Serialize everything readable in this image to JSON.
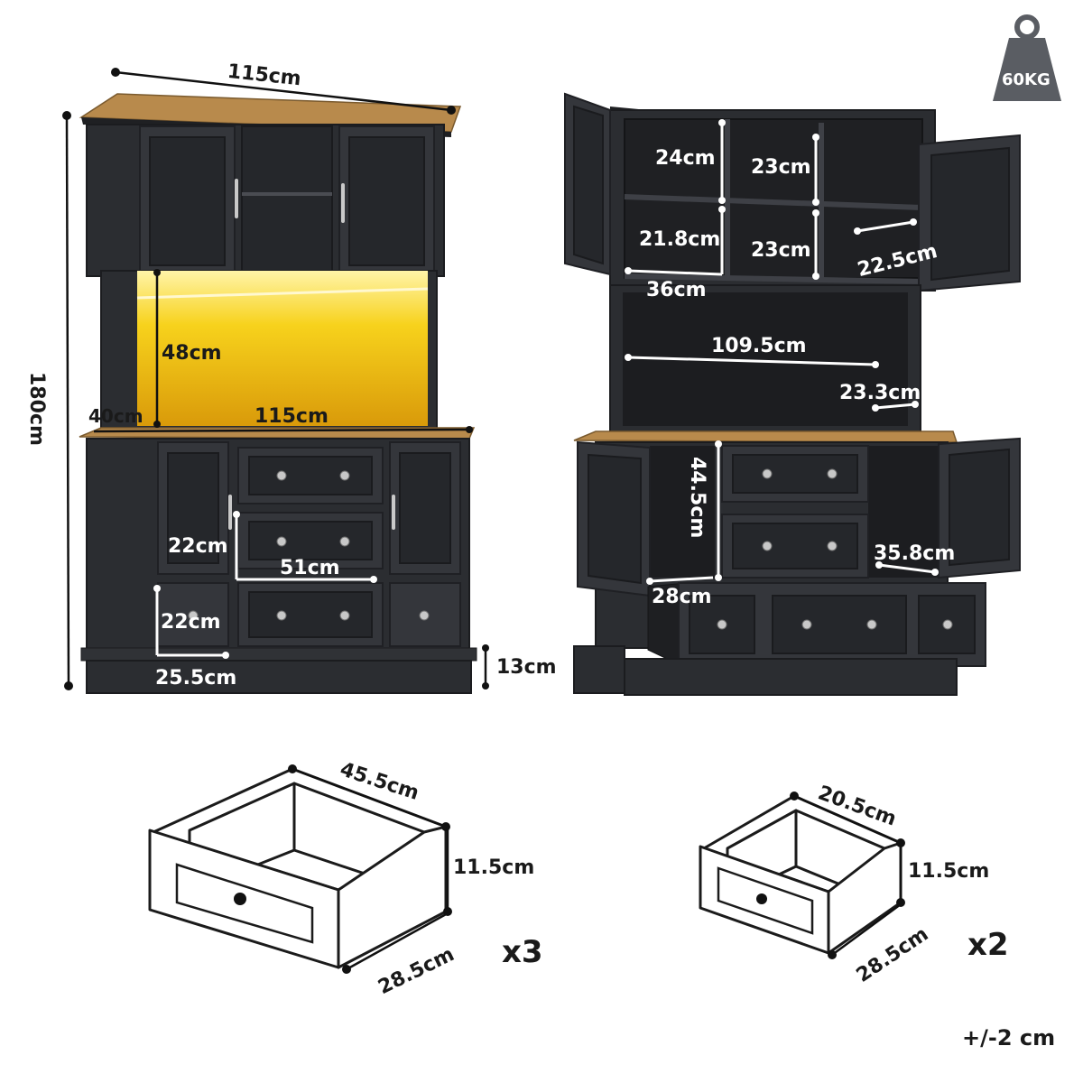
{
  "weight_badge": {
    "label": "60KG",
    "icon": "weight-icon"
  },
  "left_view": {
    "width_top": "115cm",
    "height_total": "180cm",
    "light_height": "48cm",
    "depth": "40cm",
    "counter_width": "115cm",
    "drawer_height": "22cm",
    "drawer_width": "51cm",
    "small_drawer_height": "22cm",
    "small_drawer_width": "25.5cm",
    "base_height": "13cm"
  },
  "right_view": {
    "shelf_h1": "24cm",
    "shelf_h2": "23cm",
    "shelf_h3": "21.8cm",
    "shelf_h4": "23cm",
    "shelf_depth": "22.5cm",
    "shelf_width": "36cm",
    "open_width": "109.5cm",
    "open_depth": "23.3cm",
    "cabinet_height": "44.5cm",
    "cabinet_depth": "35.8cm",
    "cabinet_width": "28cm"
  },
  "drawer_large": {
    "width": "45.5cm",
    "height": "11.5cm",
    "depth": "28.5cm",
    "count": "x3"
  },
  "drawer_small": {
    "width": "20.5cm",
    "height": "11.5cm",
    "depth": "28.5cm",
    "count": "x2"
  },
  "tolerance": "+/-2 cm",
  "colors": {
    "cabinet": "#2b2d31",
    "wood_top": "#b88a4c",
    "led": "#f5c816"
  }
}
